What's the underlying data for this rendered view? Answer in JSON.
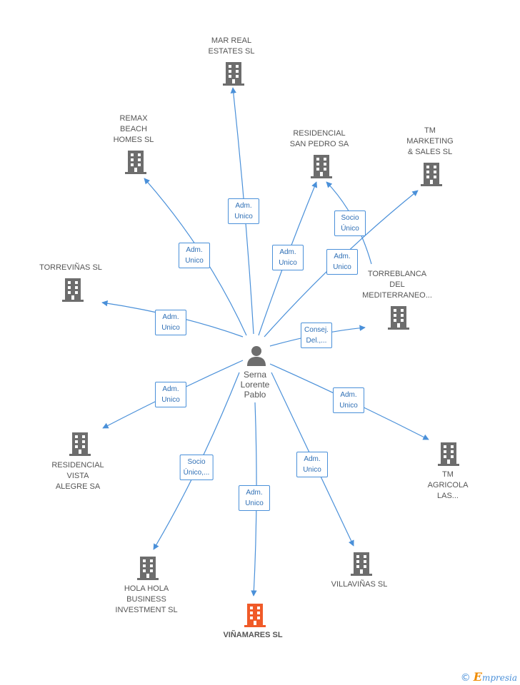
{
  "colors": {
    "edge": "#4a90d9",
    "building": "#6d6d6d",
    "highlight_building": "#f05a28",
    "text": "#555555",
    "relation_text": "#2f6fb5"
  },
  "center": {
    "name": "Serna\nLorente\nPablo",
    "icon": "person-icon"
  },
  "companies": [
    {
      "id": "mar-real-estates",
      "label": "MAR REAL\nESTATES SL",
      "icon": "building-icon",
      "highlight": false
    },
    {
      "id": "remax-beach-homes",
      "label": "REMAX\nBEACH\nHOMES  SL",
      "icon": "building-icon",
      "highlight": false
    },
    {
      "id": "residencial-san-pedro",
      "label": "RESIDENCIAL\nSAN PEDRO SA",
      "icon": "building-icon",
      "highlight": false
    },
    {
      "id": "tm-marketing",
      "label": "TM\nMARKETING\n& SALES  SL",
      "icon": "building-icon",
      "highlight": false
    },
    {
      "id": "torrevinas",
      "label": "TORREVIÑAS SL",
      "icon": "building-icon",
      "highlight": false
    },
    {
      "id": "torreblanca",
      "label": "TORREBLANCA\nDEL\nMEDITERRANEO...",
      "icon": "building-icon",
      "highlight": false
    },
    {
      "id": "residencial-vista-alegre",
      "label": "RESIDENCIAL\nVISTA\nALEGRE SA",
      "icon": "building-icon",
      "highlight": false
    },
    {
      "id": "tm-agricola",
      "label": "TM\nAGRICOLA\nLAS...",
      "icon": "building-icon",
      "highlight": false
    },
    {
      "id": "hola-hola",
      "label": "HOLA HOLA\nBUSINESS\nINVESTMENT SL",
      "icon": "building-icon",
      "highlight": false
    },
    {
      "id": "villavinas",
      "label": "VILLAVIÑAS SL",
      "icon": "building-icon",
      "highlight": false
    },
    {
      "id": "vinamares",
      "label": "VIÑAMARES SL",
      "icon": "building-icon",
      "highlight": true
    }
  ],
  "relations": [
    {
      "target": "mar-real-estates",
      "label": "Adm.\nUnico"
    },
    {
      "target": "remax-beach-homes",
      "label": "Adm.\nUnico"
    },
    {
      "target": "residencial-san-pedro",
      "label": "Adm.\nUnico"
    },
    {
      "target": "tm-marketing",
      "label": "Adm.\nUnico"
    },
    {
      "target": "residencial-san-pedro",
      "label": "Socio\nÚnico"
    },
    {
      "target": "torrevinas",
      "label": "Adm.\nUnico"
    },
    {
      "target": "torreblanca",
      "label": "Consej.\nDel.,..."
    },
    {
      "target": "residencial-vista-alegre",
      "label": "Adm.\nUnico"
    },
    {
      "target": "tm-agricola",
      "label": "Adm.\nUnico"
    },
    {
      "target": "hola-hola",
      "label": "Socio\nÚnico,..."
    },
    {
      "target": "vinamares",
      "label": "Adm.\nUnico"
    },
    {
      "target": "villavinas",
      "label": "Adm.\nUnico"
    }
  ],
  "footer": {
    "copyright": "©",
    "brand_initial": "E",
    "brand_rest": "mpresia"
  }
}
